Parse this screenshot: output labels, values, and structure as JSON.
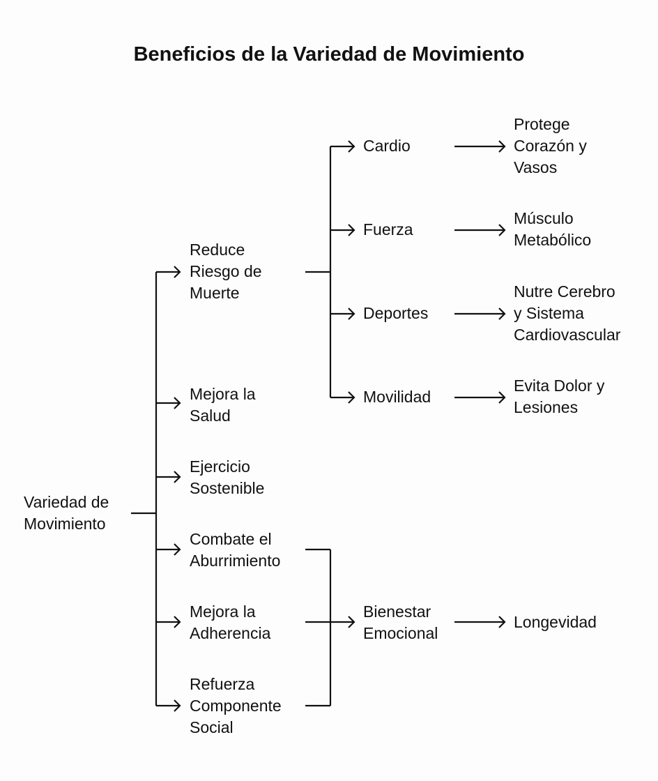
{
  "title": "Beneficios de la Variedad de Movimiento",
  "root": "Variedad de\nMovimiento",
  "level1": [
    "Reduce\nRiesgo de\nMuerte",
    "Mejora la\nSalud",
    "Ejercicio\nSostenible",
    "Combate el\nAburrimiento",
    "Mejora la\nAdherencia",
    "Refuerza\nComponente\nSocial"
  ],
  "level2": [
    "Cardio",
    "Fuerza",
    "Deportes",
    "Movilidad",
    "Bienestar\nEmocional"
  ],
  "level3": [
    "Protege\nCorazón y\nVasos",
    "Músculo\nMetabólico",
    "Nutre Cerebro\ny Sistema\nCardiovascular",
    "Evita Dolor y\nLesiones",
    "Longevidad"
  ]
}
